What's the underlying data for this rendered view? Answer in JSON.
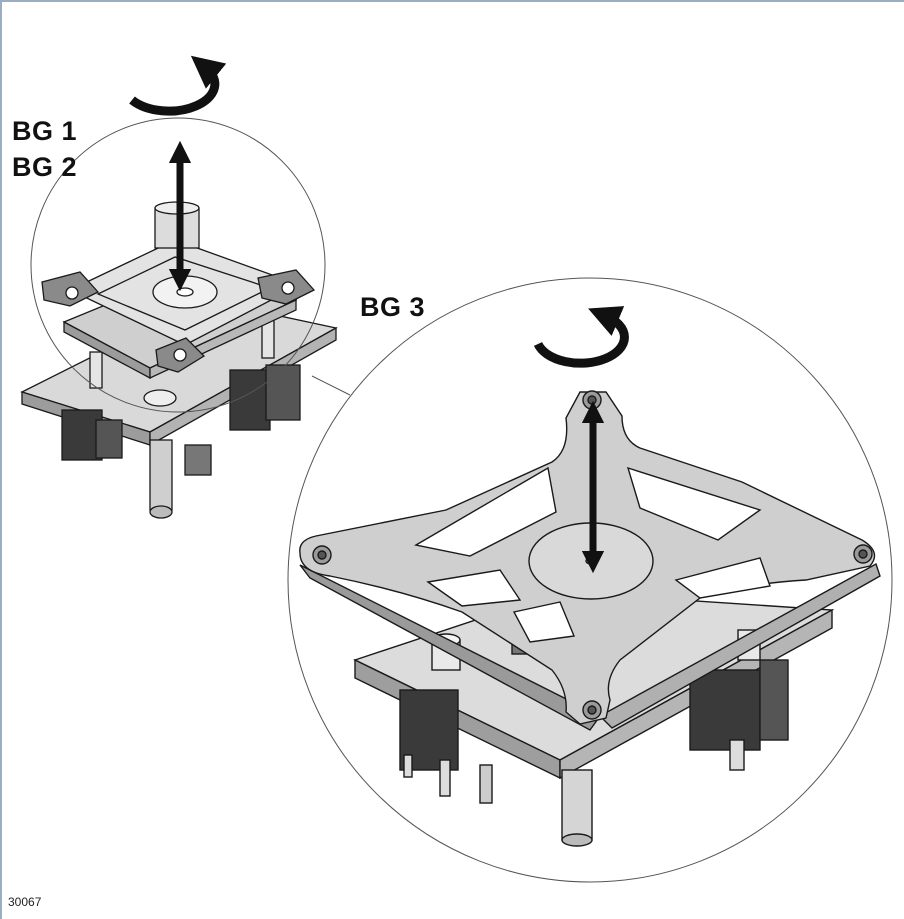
{
  "labels": {
    "group1": "BG 1",
    "group2": "BG 2",
    "group3": "BG 3"
  },
  "figure_number": "30067",
  "icons": {
    "rotation": "rotate-arrow-icon",
    "vertical_motion": "double-arrow-icon"
  },
  "colors": {
    "frame": "#9aaec0",
    "metal": "#cfcfcf",
    "outline": "#1a1a1a",
    "arrow": "#111111"
  }
}
